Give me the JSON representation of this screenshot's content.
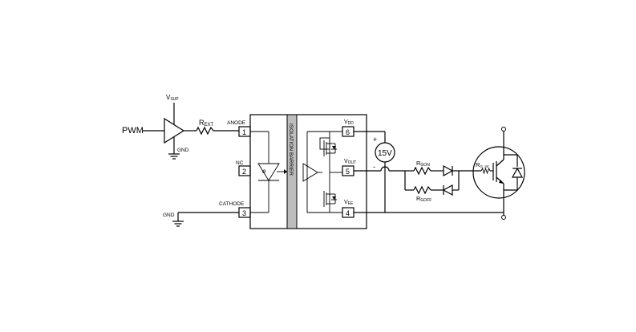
{
  "labels": {
    "pwm": "PWM",
    "vsup": "V",
    "vsup_sub": "SUP",
    "rext": "R",
    "rext_sub": "EXT",
    "gnd_top": "GND",
    "gnd_bottom": "GND",
    "anode": "ANODE",
    "nc": "NC",
    "cathode": "CATHODE",
    "isolation_barrier": "ISOLATION BARRIER",
    "vdd": "V",
    "vdd_sub": "DD",
    "vout": "V",
    "vout_sub": "OUT",
    "vee": "V",
    "vee_sub": "EE",
    "supply": "15V",
    "plus": "+",
    "minus": "-",
    "rgon": "R",
    "rgon_sub": "GON",
    "rgoff": "R",
    "rgoff_sub": "GOFF",
    "rgint": "R",
    "rgint_sub": "G_Int",
    "photo_symbol": "e"
  },
  "pins": {
    "p1": "1",
    "p2": "2",
    "p3": "3",
    "p4": "4",
    "p5": "5",
    "p6": "6"
  }
}
